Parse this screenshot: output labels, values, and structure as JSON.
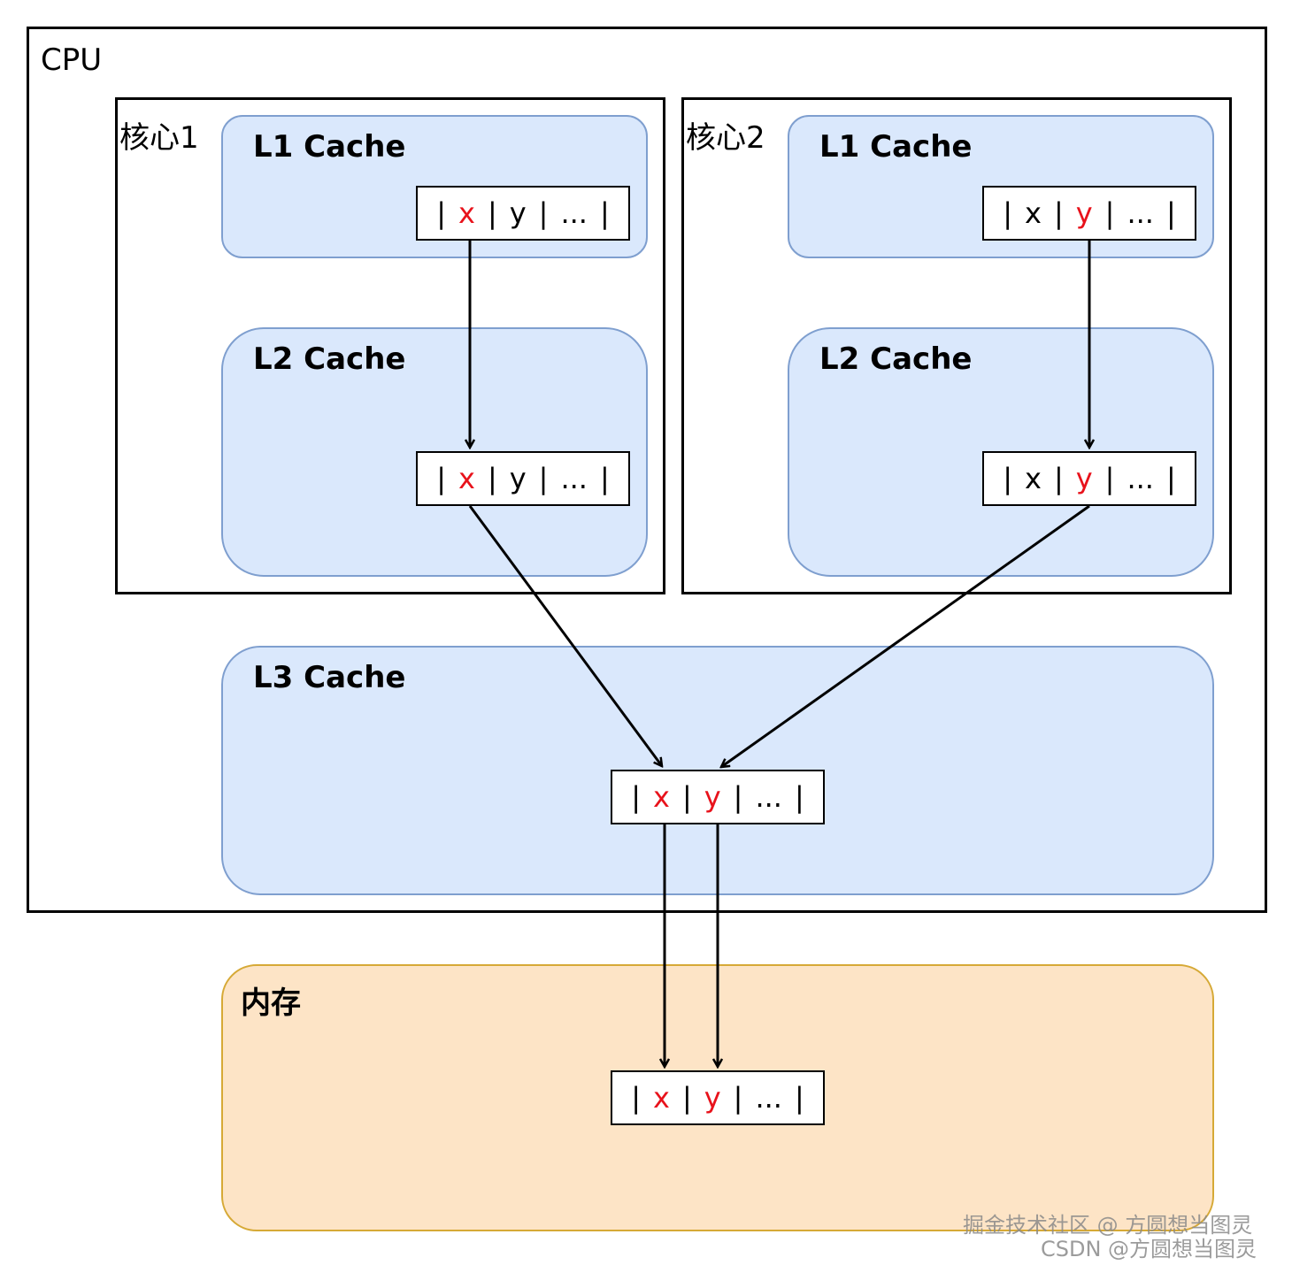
{
  "cpu": {
    "label": "CPU"
  },
  "cores": [
    {
      "label": "核心1",
      "l1": {
        "label": "L1 Cache",
        "cells": [
          {
            "text": "|",
            "color": "#000000"
          },
          {
            "text": "x",
            "color": "#e8121b"
          },
          {
            "text": "|",
            "color": "#000000"
          },
          {
            "text": "y",
            "color": "#000000"
          },
          {
            "text": "|",
            "color": "#000000"
          },
          {
            "text": "...",
            "color": "#000000"
          },
          {
            "text": "|",
            "color": "#000000"
          }
        ]
      },
      "l2": {
        "label": "L2 Cache",
        "cells": [
          {
            "text": "|",
            "color": "#000000"
          },
          {
            "text": "x",
            "color": "#e8121b"
          },
          {
            "text": "|",
            "color": "#000000"
          },
          {
            "text": "y",
            "color": "#000000"
          },
          {
            "text": "|",
            "color": "#000000"
          },
          {
            "text": "...",
            "color": "#000000"
          },
          {
            "text": "|",
            "color": "#000000"
          }
        ]
      }
    },
    {
      "label": "核心2",
      "l1": {
        "label": "L1 Cache",
        "cells": [
          {
            "text": "|",
            "color": "#000000"
          },
          {
            "text": "x",
            "color": "#000000"
          },
          {
            "text": "|",
            "color": "#000000"
          },
          {
            "text": "y",
            "color": "#e8121b"
          },
          {
            "text": "|",
            "color": "#000000"
          },
          {
            "text": "...",
            "color": "#000000"
          },
          {
            "text": "|",
            "color": "#000000"
          }
        ]
      },
      "l2": {
        "label": "L2 Cache",
        "cells": [
          {
            "text": "|",
            "color": "#000000"
          },
          {
            "text": "x",
            "color": "#000000"
          },
          {
            "text": "|",
            "color": "#000000"
          },
          {
            "text": "y",
            "color": "#e8121b"
          },
          {
            "text": "|",
            "color": "#000000"
          },
          {
            "text": "...",
            "color": "#000000"
          },
          {
            "text": "|",
            "color": "#000000"
          }
        ]
      }
    }
  ],
  "l3": {
    "label": "L3 Cache",
    "cells": [
      {
        "text": "|",
        "color": "#000000"
      },
      {
        "text": "x",
        "color": "#e8121b"
      },
      {
        "text": "|",
        "color": "#000000"
      },
      {
        "text": "y",
        "color": "#e8121b"
      },
      {
        "text": "|",
        "color": "#000000"
      },
      {
        "text": "...",
        "color": "#000000"
      },
      {
        "text": "|",
        "color": "#000000"
      }
    ]
  },
  "memory": {
    "label": "内存",
    "cells": [
      {
        "text": "|",
        "color": "#000000"
      },
      {
        "text": "x",
        "color": "#e8121b"
      },
      {
        "text": "|",
        "color": "#000000"
      },
      {
        "text": "y",
        "color": "#e8121b"
      },
      {
        "text": "|",
        "color": "#000000"
      },
      {
        "text": "...",
        "color": "#000000"
      },
      {
        "text": "|",
        "color": "#000000"
      }
    ]
  },
  "watermark": {
    "line1": "掘金技术社区 @ 方圆想当图灵",
    "line2": "CSDN @方圆想当图灵"
  },
  "colors": {
    "cache_fill": "#dae8fc",
    "cache_stroke": "#7f9fcf",
    "memory_fill": "#fde4c6",
    "memory_stroke": "#d6a936",
    "highlight": "#e8121b"
  }
}
